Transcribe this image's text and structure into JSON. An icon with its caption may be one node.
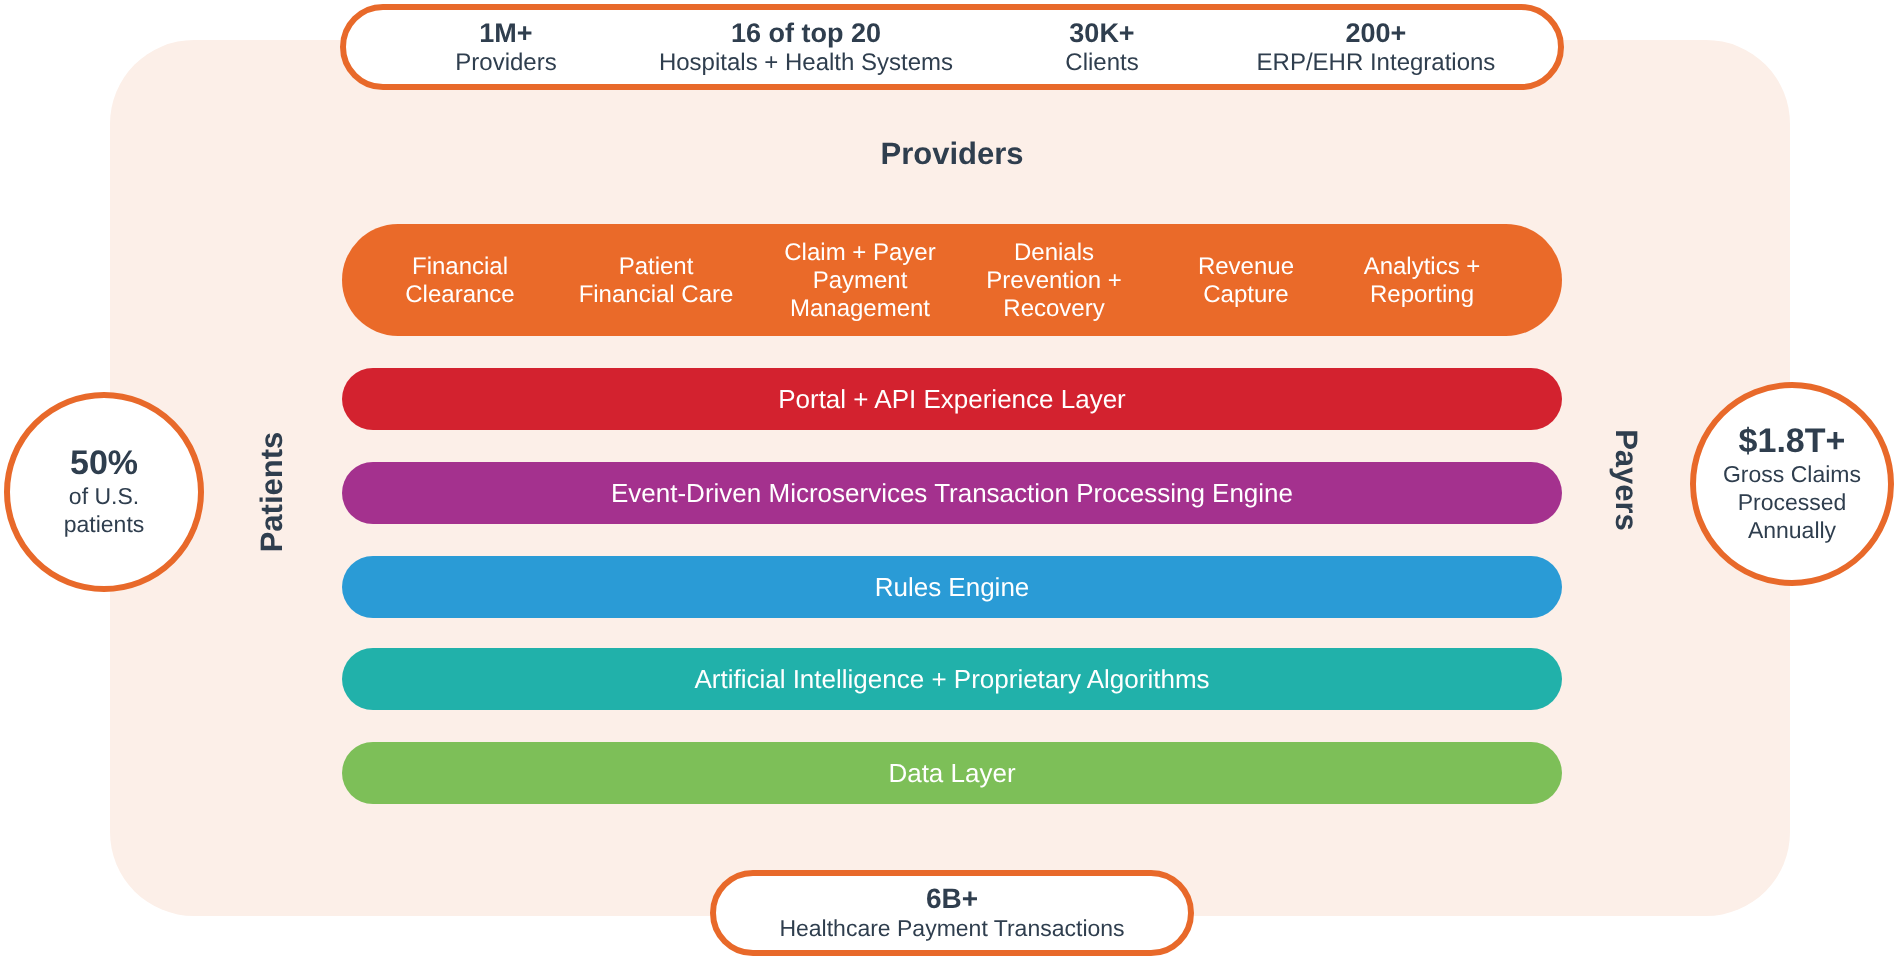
{
  "diagram": {
    "nodes": [
      {
        "text": [
          "1M+",
          "Providers",
          "16 of top 20",
          "Hospitals + Health Systems",
          "30K+",
          "Clients",
          "200+",
          "ERP/EHR Integrations"
        ]
      },
      {
        "text": [
          "Providers",
          "Patients",
          "Payers"
        ]
      },
      {
        "text": [
          "Financial Clearance",
          "Patient Financial Care",
          "Claim + Payer Payment Management",
          "Denials Prevention + Recovery",
          "Revenue Capture",
          "Analytics + Reporting"
        ],
        "in": 1
      },
      {
        "text": [
          "Portal + API Experience Layer"
        ],
        "in": 1
      },
      {
        "text": [
          "Event-Driven Microservices Transaction Processing Engine"
        ],
        "in": 1
      },
      {
        "text": [
          "Rules Engine"
        ],
        "in": 1
      },
      {
        "text": [
          "Artificial Intelligence + Proprietary Algorithms"
        ],
        "in": 1
      },
      {
        "text": [
          "Data Layer"
        ],
        "in": 1
      },
      {
        "text": [
          "50%",
          "of U.S. patients"
        ]
      },
      {
        "text": [
          "$1.8T+",
          "Gross Claims Processed Annually"
        ]
      },
      {
        "text": [
          "6B+",
          "Healthcare Payment Transactions"
        ]
      }
    ]
  }
}
